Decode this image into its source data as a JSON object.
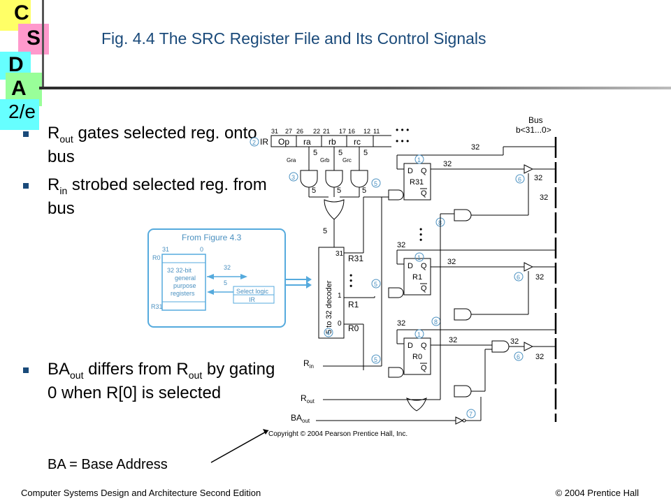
{
  "logo": {
    "letters": [
      "C",
      "S",
      "D",
      "A",
      "2/e"
    ],
    "colors": {
      "yellow": "#ffff66",
      "pink": "#ff99cc",
      "cyan": "#66ffff",
      "green": "#99ff99"
    }
  },
  "slide": {
    "title": "Fig. 4.4  The SRC Register File and Its Control Signals",
    "bullets": [
      {
        "pre": "R",
        "sub": "out",
        "post": " gates selected reg. onto bus"
      },
      {
        "pre": "R",
        "sub": "in",
        "post": " strobed selected reg. from bus"
      },
      {
        "pre": "BA",
        "sub": "out",
        "mid": " differs from R",
        "sub2": "out",
        "post": " by gating 0 when R[0] is selected"
      }
    ],
    "note": "BA = Base Address",
    "footer_left": "Computer Systems Design and Architecture Second Edition",
    "footer_right": "© 2004 Prentice Hall"
  },
  "figure": {
    "bus_label": "Bus",
    "bus_range": "b<31...0>",
    "ir_bits": [
      "31",
      "27",
      "26",
      "22",
      "21",
      "17",
      "16",
      "12",
      "11"
    ],
    "ir_fields": [
      "Op",
      "ra",
      "rb",
      "rc"
    ],
    "ir_label": "IR",
    "dots": "• • •",
    "gate_labels": [
      "Gra",
      "Grb",
      "Grc"
    ],
    "width_5": "5",
    "width_32": "32",
    "decoder_label": "5 to 32 decoder",
    "decoder_outputs": [
      "31",
      "1",
      "0"
    ],
    "reg_lines": [
      "R31",
      "R1",
      "R0"
    ],
    "flipflop_d": "D",
    "flipflop_q": "Q",
    "control_signals": [
      "R",
      "in",
      "R",
      "out",
      "BA",
      "out"
    ],
    "copyright": "Copyright © 2004 Pearson Prentice Hall, Inc.",
    "inset_title": "From Figure 4.3",
    "inset_lines": [
      "32 32-bit",
      "general",
      "purpose",
      "registers"
    ],
    "inset_r0": "R0",
    "inset_r31": "R31",
    "inset_bit31": "31",
    "inset_bit0": "0",
    "inset_select": "Select logic",
    "inset_ir": "IR",
    "circled": [
      "1",
      "2",
      "3",
      "4",
      "5",
      "6",
      "7",
      "8"
    ]
  }
}
